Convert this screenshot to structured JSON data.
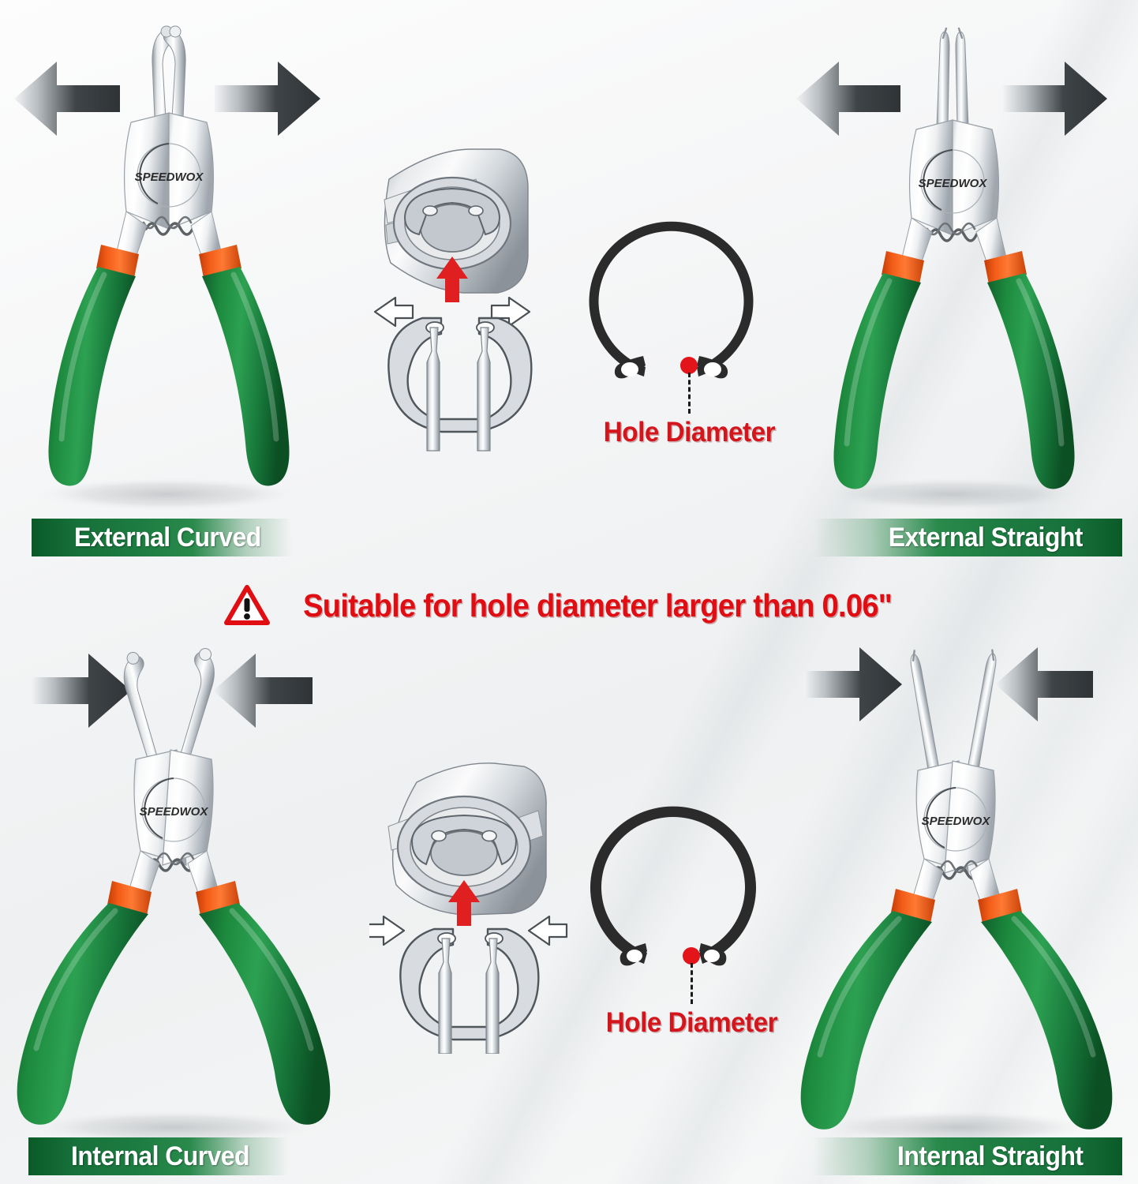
{
  "page": {
    "background_color": "#f4f5f6",
    "brand": "SPEEDWOX"
  },
  "warning": {
    "icon": "warning-triangle-icon",
    "text": "Suitable for hole diameter larger than 0.06\"",
    "color": "#e00d12"
  },
  "colors": {
    "label_green": "#1d7c41",
    "warning_red": "#e00d12",
    "callout_red": "#d4161c",
    "handle_green": "#1d8a3e",
    "ferrule_orange": "#f25c18",
    "steel_light": "#f2f3f5",
    "steel_dark": "#9aa1a8",
    "ring_black": "#2b2b2b",
    "arrow_dark": "#3a3d40",
    "diagram_red": "#e02020"
  },
  "panels": [
    {
      "id": "external-curved",
      "label": "External Curved",
      "label_align": "left",
      "arrow_direction": "outward",
      "tip_style": "curved",
      "brand": "SPEEDWOX"
    },
    {
      "id": "external-straight",
      "label": "External Straight",
      "label_align": "right",
      "arrow_direction": "outward",
      "tip_style": "straight",
      "brand": "SPEEDWOX"
    },
    {
      "id": "internal-curved",
      "label": "Internal Curved",
      "label_align": "left",
      "arrow_direction": "inward",
      "tip_style": "curved",
      "brand": "SPEEDWOX"
    },
    {
      "id": "internal-straight",
      "label": "Internal Straight",
      "label_align": "right",
      "arrow_direction": "inward",
      "tip_style": "straight",
      "brand": "SPEEDWOX"
    }
  ],
  "diagrams": [
    {
      "id": "external-ring-diagram",
      "type": "shaft-with-external-groove",
      "spread_arrows": "outward",
      "insert_arrow": "up",
      "insert_arrow_color": "#e02020"
    },
    {
      "id": "internal-ring-diagram",
      "type": "bore-with-internal-groove",
      "spread_arrows": "inward",
      "insert_arrow": "up",
      "insert_arrow_color": "#e02020"
    }
  ],
  "callouts": [
    {
      "id": "external-hole-diameter",
      "text": "Hole Diameter",
      "ring_type": "external-retaining-ring"
    },
    {
      "id": "internal-hole-diameter",
      "text": "Hole Diameter",
      "ring_type": "internal-retaining-ring"
    }
  ]
}
